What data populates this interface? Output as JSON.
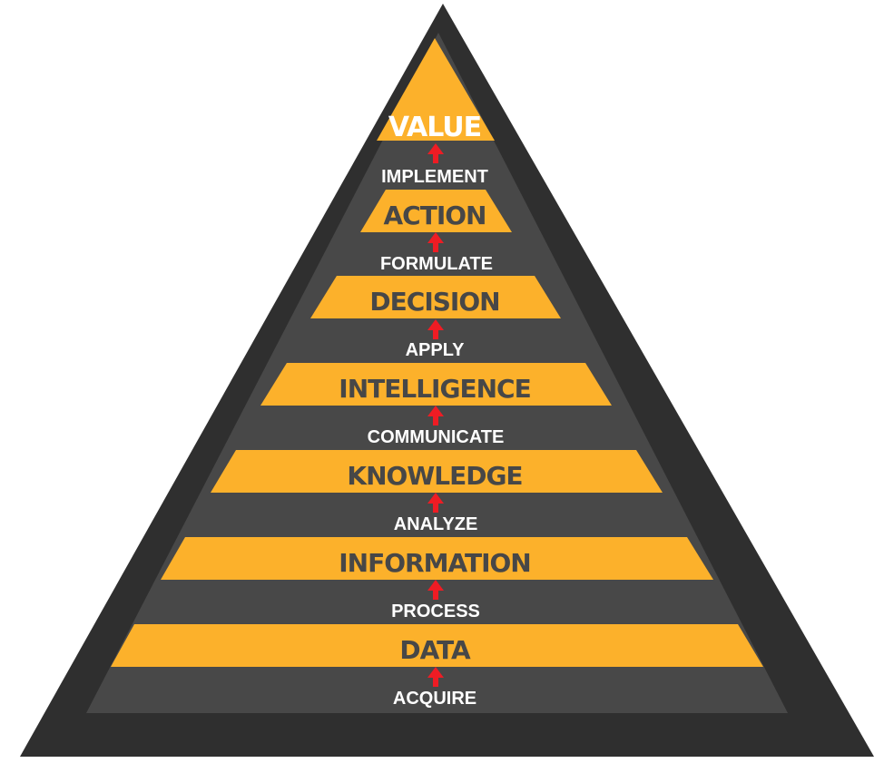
{
  "colors": {
    "pyramid_dark": "#484848",
    "pyramid_shadow": "#2f2f2f",
    "band_fill": "#fcb12b",
    "band_text": "#474747",
    "verb_text": "#ffffff",
    "arrow": "#ee1c24"
  },
  "levels": [
    {
      "label": "VALUE",
      "verb": "IMPLEMENT"
    },
    {
      "label": "ACTION",
      "verb": "FORMULATE"
    },
    {
      "label": "DECISION",
      "verb": "APPLY"
    },
    {
      "label": "INTELLIGENCE",
      "verb": "COMMUNICATE"
    },
    {
      "label": "KNOWLEDGE",
      "verb": "ANALYZE"
    },
    {
      "label": "INFORMATION",
      "verb": "PROCESS"
    },
    {
      "label": "DATA",
      "verb": "ACQUIRE"
    }
  ]
}
